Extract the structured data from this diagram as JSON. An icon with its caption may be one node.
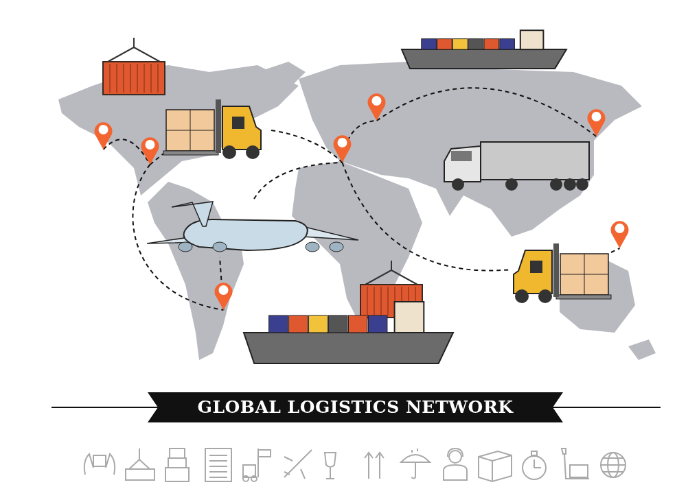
{
  "diagram": {
    "title": "GLOBAL LOGISTICS NETWORK",
    "nodes": [
      {
        "text": [],
        "shape": "pin"
      },
      {
        "text": [],
        "shape": "pin"
      },
      {
        "text": [],
        "shape": "picture"
      },
      {
        "text": [],
        "shape": "pin"
      },
      {
        "text": [],
        "shape": "pin"
      },
      {
        "text": [],
        "shape": "pin"
      },
      {
        "text": [],
        "shape": "picture"
      },
      {
        "text": [],
        "shape": "pin"
      },
      {
        "text": [],
        "shape": "picture"
      },
      {
        "text": [],
        "shape": "pin"
      }
    ],
    "edges": [
      {
        "from": 0,
        "to": 1,
        "arrow": "none"
      },
      {
        "from": 1,
        "to": 2,
        "arrow": "none"
      },
      {
        "from": 2,
        "to": 3,
        "arrow": "none"
      },
      {
        "from": 1,
        "to": 7,
        "arrow": "none"
      },
      {
        "from": 7,
        "to": 6,
        "arrow": "none"
      },
      {
        "from": 6,
        "to": 3,
        "arrow": "none"
      },
      {
        "from": 3,
        "to": 4,
        "arrow": "none"
      },
      {
        "from": 4,
        "to": 5,
        "arrow": "none"
      },
      {
        "from": 3,
        "to": 8,
        "arrow": "none"
      },
      {
        "from": 8,
        "to": 9,
        "arrow": "none"
      }
    ]
  }
}
